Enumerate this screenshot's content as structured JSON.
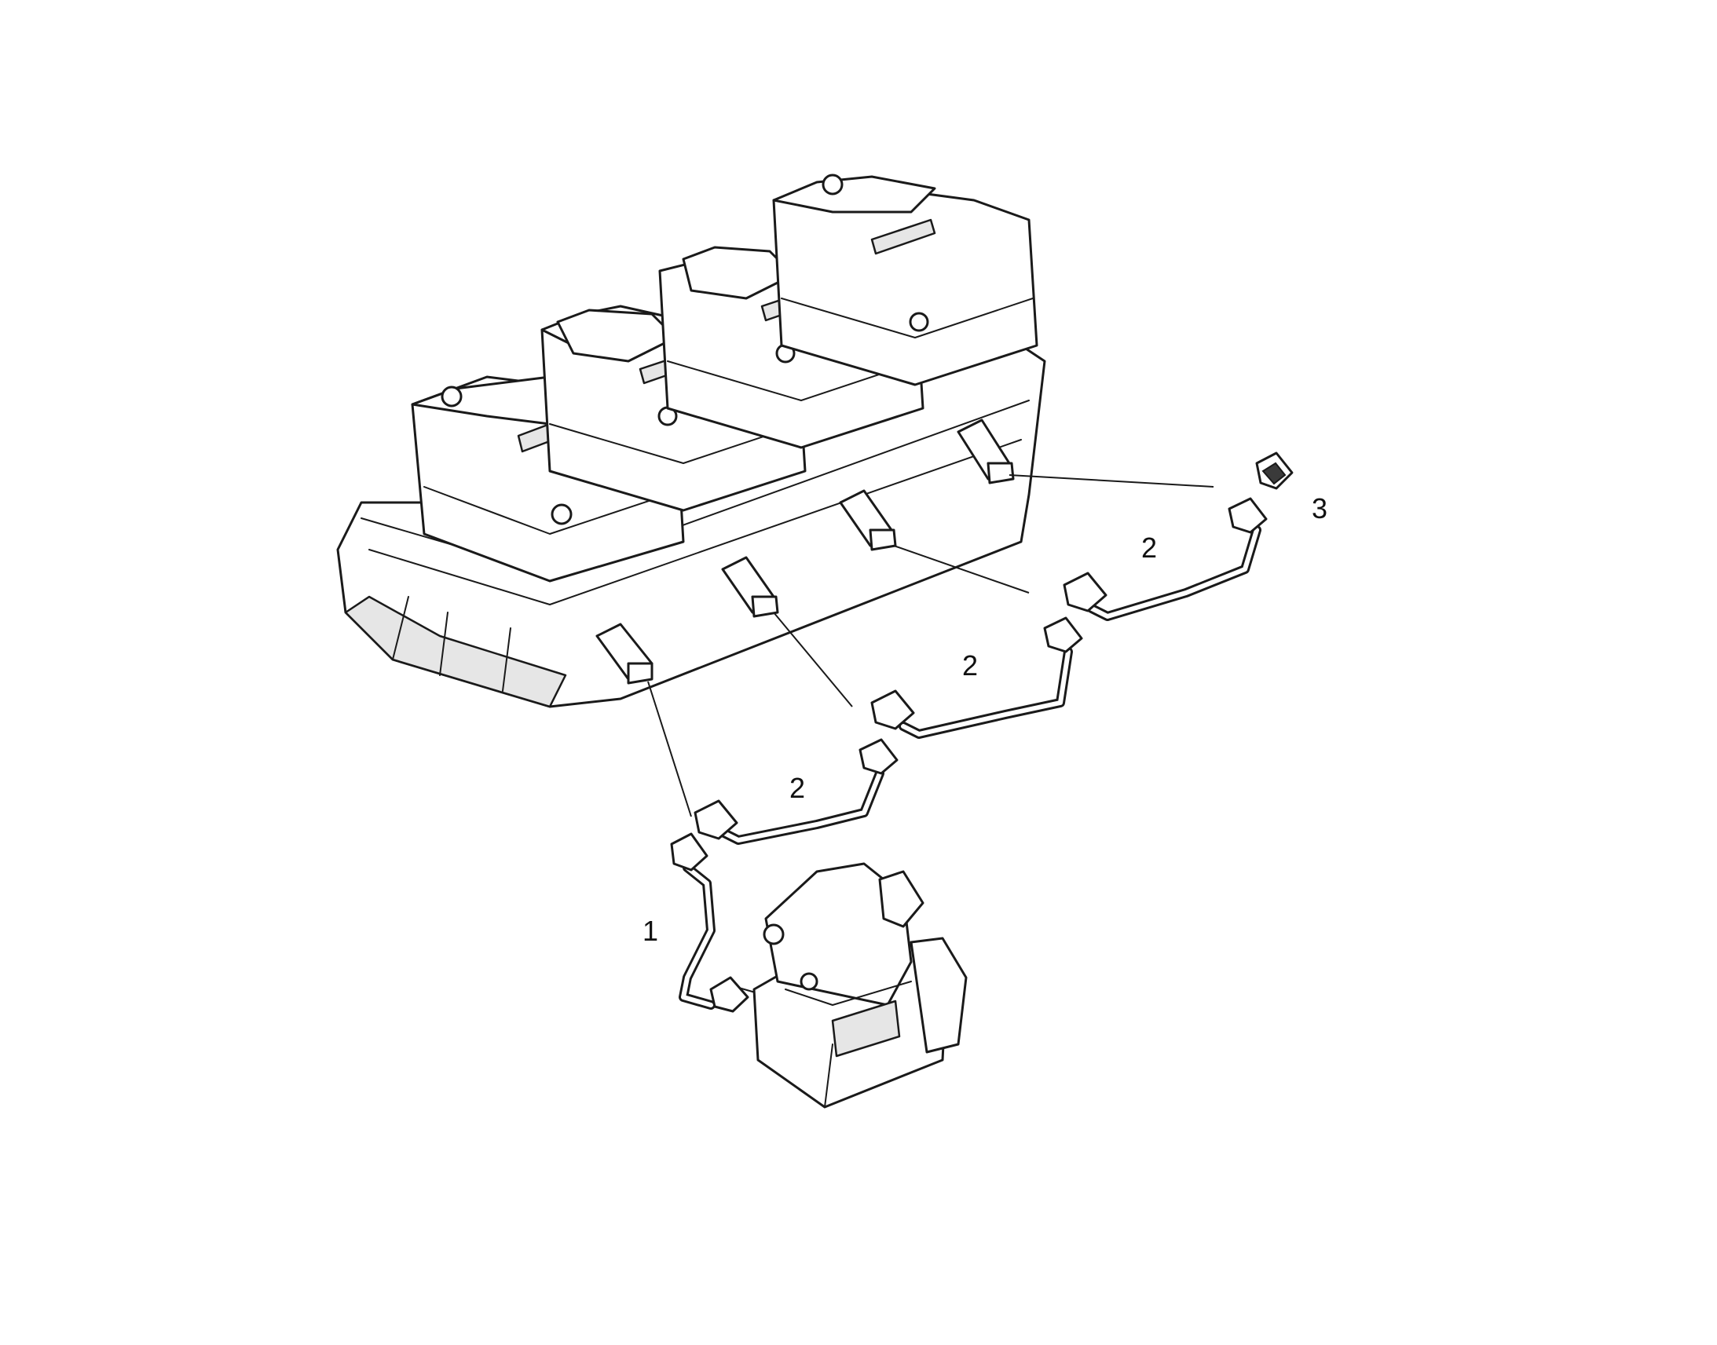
{
  "callouts": [
    {
      "id": "callout-1",
      "label": "1"
    },
    {
      "id": "callout-2a",
      "label": "2"
    },
    {
      "id": "callout-2b",
      "label": "2"
    },
    {
      "id": "callout-2c",
      "label": "2"
    },
    {
      "id": "callout-3",
      "label": "3"
    }
  ]
}
